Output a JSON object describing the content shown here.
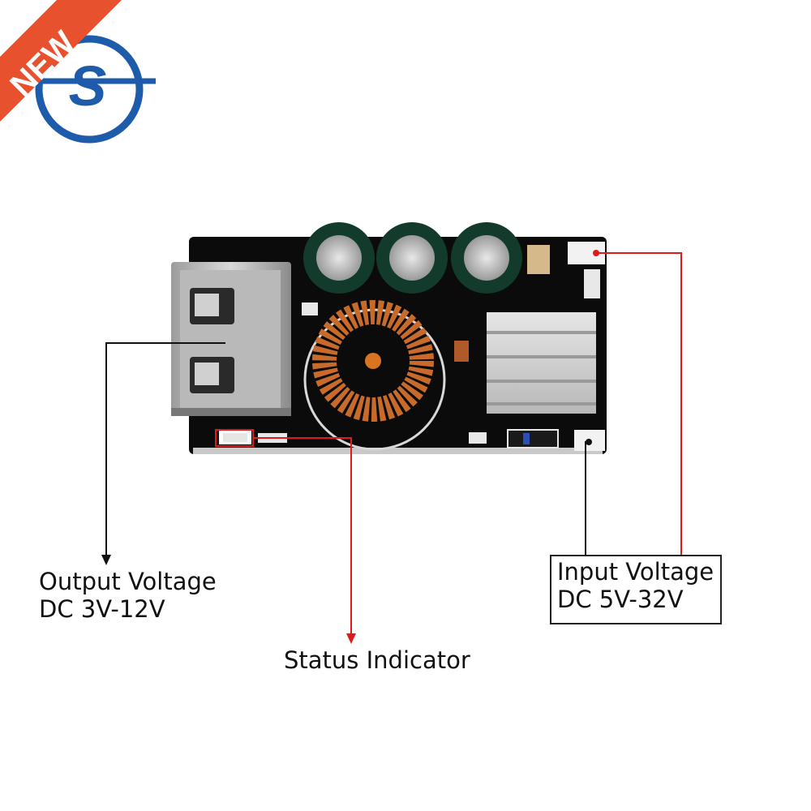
{
  "badge": {
    "text": "NEW",
    "color": "#e8512e",
    "logo_color": "#1e5cab"
  },
  "callouts": {
    "output": {
      "line1": "Output Voltage",
      "line2": "DC 3V-12V"
    },
    "status": {
      "text": "Status Indicator"
    },
    "input": {
      "line1": "Input Voltage",
      "line2": "DC 5V-32V"
    }
  },
  "colors": {
    "pcb": "#0b0b0b",
    "red_line": "#e01a1a",
    "black_line": "#111111",
    "copper": "#c86a2a"
  }
}
